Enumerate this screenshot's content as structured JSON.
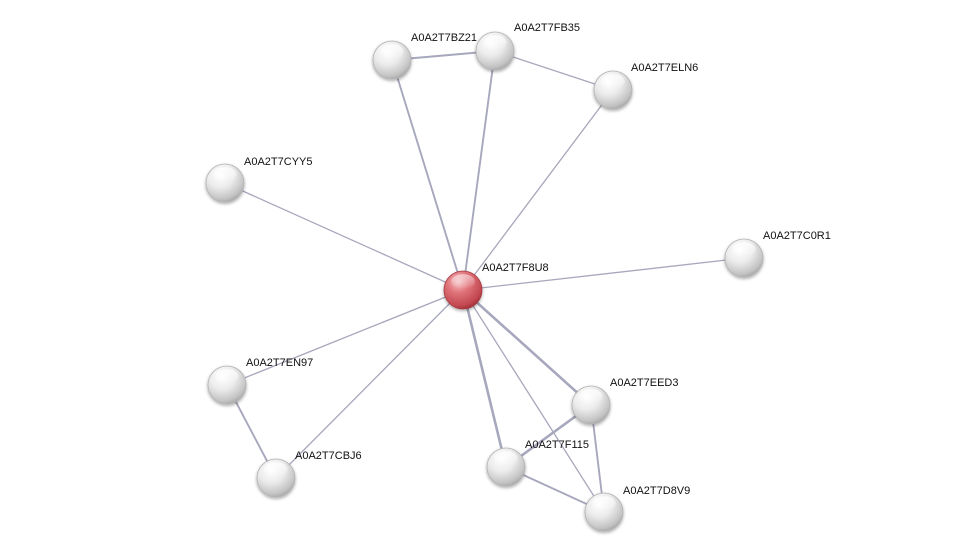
{
  "network": {
    "colors": {
      "query_node": "#d9535c",
      "partner_node": "#e8e8e8",
      "edge": "#a7a7bd"
    },
    "nodes": [
      {
        "id": "A0A2T7F8U8",
        "label": "A0A2T7F8U8",
        "role": "query"
      },
      {
        "id": "A0A2T7BZ21",
        "label": "A0A2T7BZ21",
        "role": "partner"
      },
      {
        "id": "A0A2T7FB35",
        "label": "A0A2T7FB35",
        "role": "partner"
      },
      {
        "id": "A0A2T7ELN6",
        "label": "A0A2T7ELN6",
        "role": "partner"
      },
      {
        "id": "A0A2T7CYY5",
        "label": "A0A2T7CYY5",
        "role": "partner"
      },
      {
        "id": "A0A2T7C0R1",
        "label": "A0A2T7C0R1",
        "role": "partner"
      },
      {
        "id": "A0A2T7EN97",
        "label": "A0A2T7EN97",
        "role": "partner"
      },
      {
        "id": "A0A2T7CBJ6",
        "label": "A0A2T7CBJ6",
        "role": "partner"
      },
      {
        "id": "A0A2T7EED3",
        "label": "A0A2T7EED3",
        "role": "partner"
      },
      {
        "id": "A0A2T7F115",
        "label": "A0A2T7F115",
        "role": "partner"
      },
      {
        "id": "A0A2T7D8V9",
        "label": "A0A2T7D8V9",
        "role": "partner"
      }
    ],
    "edges": [
      {
        "source": "A0A2T7F8U8",
        "target": "A0A2T7BZ21",
        "strength": "medium"
      },
      {
        "source": "A0A2T7F8U8",
        "target": "A0A2T7FB35",
        "strength": "medium"
      },
      {
        "source": "A0A2T7F8U8",
        "target": "A0A2T7ELN6",
        "strength": "weak"
      },
      {
        "source": "A0A2T7F8U8",
        "target": "A0A2T7CYY5",
        "strength": "weak"
      },
      {
        "source": "A0A2T7F8U8",
        "target": "A0A2T7C0R1",
        "strength": "weak"
      },
      {
        "source": "A0A2T7F8U8",
        "target": "A0A2T7EN97",
        "strength": "weak"
      },
      {
        "source": "A0A2T7F8U8",
        "target": "A0A2T7CBJ6",
        "strength": "weak"
      },
      {
        "source": "A0A2T7F8U8",
        "target": "A0A2T7EED3",
        "strength": "strong"
      },
      {
        "source": "A0A2T7F8U8",
        "target": "A0A2T7F115",
        "strength": "strong"
      },
      {
        "source": "A0A2T7F8U8",
        "target": "A0A2T7D8V9",
        "strength": "weak"
      },
      {
        "source": "A0A2T7BZ21",
        "target": "A0A2T7FB35",
        "strength": "medium"
      },
      {
        "source": "A0A2T7FB35",
        "target": "A0A2T7ELN6",
        "strength": "weak"
      },
      {
        "source": "A0A2T7EN97",
        "target": "A0A2T7CBJ6",
        "strength": "medium"
      },
      {
        "source": "A0A2T7EED3",
        "target": "A0A2T7F115",
        "strength": "strong"
      },
      {
        "source": "A0A2T7EED3",
        "target": "A0A2T7D8V9",
        "strength": "medium"
      },
      {
        "source": "A0A2T7F115",
        "target": "A0A2T7D8V9",
        "strength": "medium"
      }
    ]
  }
}
